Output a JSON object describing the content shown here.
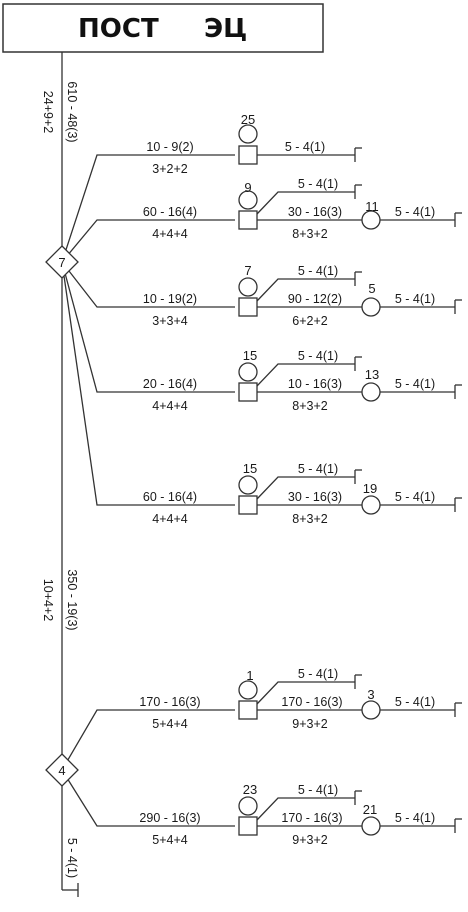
{
  "title": {
    "part1": "ПОСТ",
    "part2": "ЭЦ"
  },
  "trunk_top": {
    "label": "610 - 48(3)",
    "formula": "24+9+2"
  },
  "trunk_mid": {
    "label": "350 - 19(3)",
    "formula": "10+4+2"
  },
  "trunk_end": {
    "label": "5 - 4(1)"
  },
  "node_a": {
    "label": "7"
  },
  "node_b": {
    "label": "4"
  },
  "branches": [
    {
      "label": "10 - 9(2)",
      "formula": "3+2+2",
      "unit": "25",
      "tail": "5 - 4(1)"
    },
    {
      "label": "60 - 16(4)",
      "formula": "4+4+4",
      "unit": "9",
      "top_tail": "5 - 4(1)",
      "mid_label": "30 - 16(3)",
      "mid_formula": "8+3+2",
      "end_unit": "11",
      "end_tail": "5 - 4(1)"
    },
    {
      "label": "10 - 19(2)",
      "formula": "3+3+4",
      "unit": "7",
      "top_tail": "5 - 4(1)",
      "mid_label": "90 - 12(2)",
      "mid_formula": "6+2+2",
      "end_unit": "5",
      "end_tail": "5 - 4(1)"
    },
    {
      "label": "20 - 16(4)",
      "formula": "4+4+4",
      "unit": "15",
      "top_tail": "5 - 4(1)",
      "mid_label": "10 - 16(3)",
      "mid_formula": "8+3+2",
      "end_unit": "13",
      "end_tail": "5 - 4(1)"
    },
    {
      "label": "60 - 16(4)",
      "formula": "4+4+4",
      "unit": "15",
      "top_tail": "5 - 4(1)",
      "mid_label": "30 - 16(3)",
      "mid_formula": "8+3+2",
      "end_unit": "19",
      "end_tail": "5 - 4(1)"
    },
    {
      "label": "170 - 16(3)",
      "formula": "5+4+4",
      "unit": "1",
      "top_tail": "5 - 4(1)",
      "mid_label": "170 - 16(3)",
      "mid_formula": "9+3+2",
      "end_unit": "3",
      "end_tail": "5 - 4(1)"
    },
    {
      "label": "290 - 16(3)",
      "formula": "5+4+4",
      "unit": "23",
      "top_tail": "5 - 4(1)",
      "mid_label": "170 - 16(3)",
      "mid_formula": "9+3+2",
      "end_unit": "21",
      "end_tail": "5 - 4(1)"
    }
  ]
}
